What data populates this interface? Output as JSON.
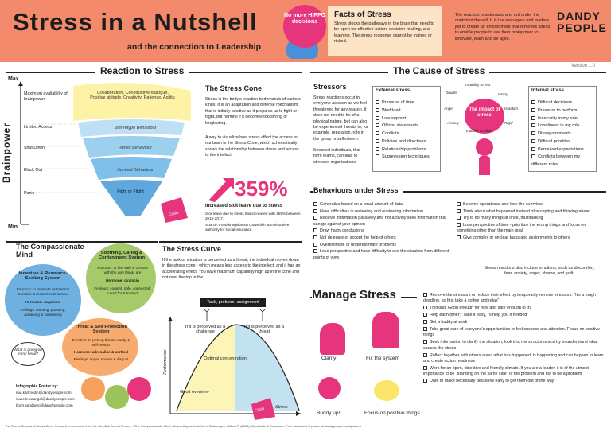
{
  "header": {
    "title": "Stress in a Nutshell",
    "subtitle": "and the connection to Leadership",
    "hippo_text": "No more HIPPO decisions",
    "facts_title": "Facts of Stress",
    "facts_body": "Stress blocks the pathways in the brain that need to be open for effective action, decision-making, and learning. The stress response cannot be trained or risked.",
    "facts_body2": "The reaction is automatic and not under the control of the will. It is the managers and leaders job to create an environment that removes stress to enable people to use their brainpower to innovate, learn and be agile.",
    "logo_line1": "DANDY",
    "logo_line2": "PEOPLE",
    "version": "Version 1.0"
  },
  "reaction": {
    "title": "Reaction to Stress",
    "y_axis": "Brainpower",
    "max_label": "Max",
    "min_label": "Min",
    "max_desc": "Maximum availability of brainpower",
    "limited": "Limited Access",
    "shutdown": "Shut Down",
    "blackout": "Black Out",
    "panic": "Panic",
    "band1": "Collaboration, Constructive dialogue, Positive attitude, Creativity, Patience, Agility.",
    "band2": "Stereotype Behaviour",
    "band3": "Reflex Behaviour",
    "band4": "Survival Behaviour",
    "band5": "Fight or Flight",
    "crisis": "Crisis"
  },
  "cone": {
    "title": "The Stress Cone",
    "p1": "Stress is the body's reaction to demands of various kinds. It is an adaptation and defense mechanism that is initially positive as it prepares us to fight or flight, but harmful if it becomes too strong or longlasting.",
    "p2": "A way to visualize how stress affect the access to our brain is the Stress Cone, which schematically shows the relationship between stress and access to the intellect.",
    "stat": "359%",
    "stat_caption": "Increased sick leave due to stress",
    "stat_body": "Sick leave due to stress has increased with 359% between 2010-2017.",
    "stat_source": "Source: Försäkringskassan, Swedish administrative authority for social insurance"
  },
  "mind": {
    "title": "The Compassionate Mind",
    "soothing_title": "Soothing, Caring & Contentment System",
    "soothing_function": "Function: to feel safe & content with the way things are",
    "soothing_hormone": "Hormone: oxytocin",
    "soothing_feel": "Feelings: content, safe, connected, cared for & trusted",
    "incentive_title": "Incentive & Resource-Seeking System",
    "incentive_function": "Function: to motivate us towards incentive & resources to survive",
    "incentive_hormone": "Hormone: dopamine",
    "incentive_feel": "Feelings: wanting, pursuing, achieving & consuming",
    "threat_title": "Threat & Self Protection System",
    "threat_function": "Function: to pick up threats easily & self-protect",
    "threat_hormone": "Hormone: adrenaline & cortisol",
    "threat_feel": "Feelings: anger, anxiety & disgust",
    "bubble": "What is going on in my head?",
    "poster_by": "Infographic Poster by:",
    "email1": "mia.karlmodin@dandypeople.com",
    "email2": "isabelle.wrangdl@dandypeople.com",
    "email3": "bjorn.sandberg@dandypeople.com"
  },
  "curve": {
    "title": "The Stress Curve",
    "body": "If the task or situation is perceived as a threat, the individual moves down in the stress cone - which means less access to the intellect, and it has an accelerating effect: You have maximum capability high up in the cone and not over the top in the",
    "task_label": "Task, problem, assignment",
    "challenge": "If it is perceived as a challenge",
    "threat": "If it is perceived as a threat",
    "optimal": "Optimal concentration",
    "good": "Good overview",
    "y_axis": "Performance",
    "x_axis": "Stress",
    "crisis": "Crisis"
  },
  "cause": {
    "title": "The Cause of Stress",
    "stressors_title": "Stressors",
    "stressors_p1": "Stress reactions occur in everyone as soon as we feel threatened for any reason. It does not need to be of a physical nature, but can also be experienced threats to, for example, reputation, role in the group or selfesteem.",
    "stressors_p2": "Stressed individuals, that form teams, can lead to stressed organizations.",
    "external_title": "External stress",
    "external": [
      "Pressure of time",
      "Workload",
      "Low support",
      "Official statements",
      "Conflicts",
      "Policies and directives",
      "Relationship problems",
      "Suppression techniques"
    ],
    "internal_title": "Internal stress",
    "internal": [
      "Difficult decisions",
      "Pressure to perform",
      "Insecurity in my role",
      "Loneliness in my role",
      "Disappointments",
      "Difficult priorities",
      "Perceived expectations",
      "Conflicts between my different roles"
    ],
    "impact": "The impact of stress",
    "words": [
      "Irritability to rest",
      "Doubts",
      "Worry",
      "Anger",
      "Isolation",
      "Anxiety",
      "Inability to think",
      "Rigid"
    ]
  },
  "behaviours": {
    "title": "Behaviours under Stress",
    "left": [
      "Generalize based on a small amount of data",
      "Have difficulties in reviewing and evaluating information",
      "Receive information passively and not actively seek information that can go against your opinion",
      "Draw hasty conclusions",
      "Not delegate or accept the help of others",
      "Overestimate or underestimate problems",
      "Lose perspective and have difficulty to see the situation from different points of view"
    ],
    "right": [
      "Become operational and lose the overview",
      "Think about what happened instead of accepting and thinking ahead",
      "Try to do many things at once, multitasking",
      "Lose perspective of time - prioritize the wrong things and focus on something other than the main goal",
      "Give complex or unclear tasks and assignments to others"
    ],
    "note": "Stress reactions also include emotions, such as discomfort, fear, anxiety, anger, shame, and guilt."
  },
  "manage": {
    "title": "Manage Stress",
    "clarify": "Clarify",
    "fix": "Fix the system",
    "buddy": "Buddy up!",
    "focus": "Focus on positive things",
    "items": [
      "Remove the stressors or reduce their effect by temporarily remove stressors. \"It's a tough deadline, so first take a coffee and relax\"",
      "Thinking; Good enough for now and safe enough to try",
      "Help each other; \"Take it easy, I'll help you if needed\"",
      "Get a buddy at work",
      "Take great care of everyone's opportunities to feel success and attention. Focus on positive things",
      "Seek information to clarify the situation, look into the structures and try to understand what causes the stress",
      "Reflect together with others about what has happened, is happening and can happen to learn and create action readiness",
      "Work for an open, objective and friendly climate. If you are a leader, it is of the utmost importance to be \"standing on the same side\" of the problem and not to be a problem",
      "Dare to make necessary decisions early to get them out of the way"
    ]
  },
  "footer": "The Stress Cone and Stress Curve is based on research from the Swedish Armed Forces. • The Compassionate Mind - A new Approach to Life's Challenges, Gilbert P. (2009), Constable & Robinson • Free download of poster at dandypeople.com/posters",
  "colors": {
    "header": "#f38a6b",
    "pink": "#e6357d",
    "yellow": "#fbe46a",
    "blue": "#5ea8dd",
    "orange": "#f6a25e",
    "green": "#9cc45a"
  }
}
